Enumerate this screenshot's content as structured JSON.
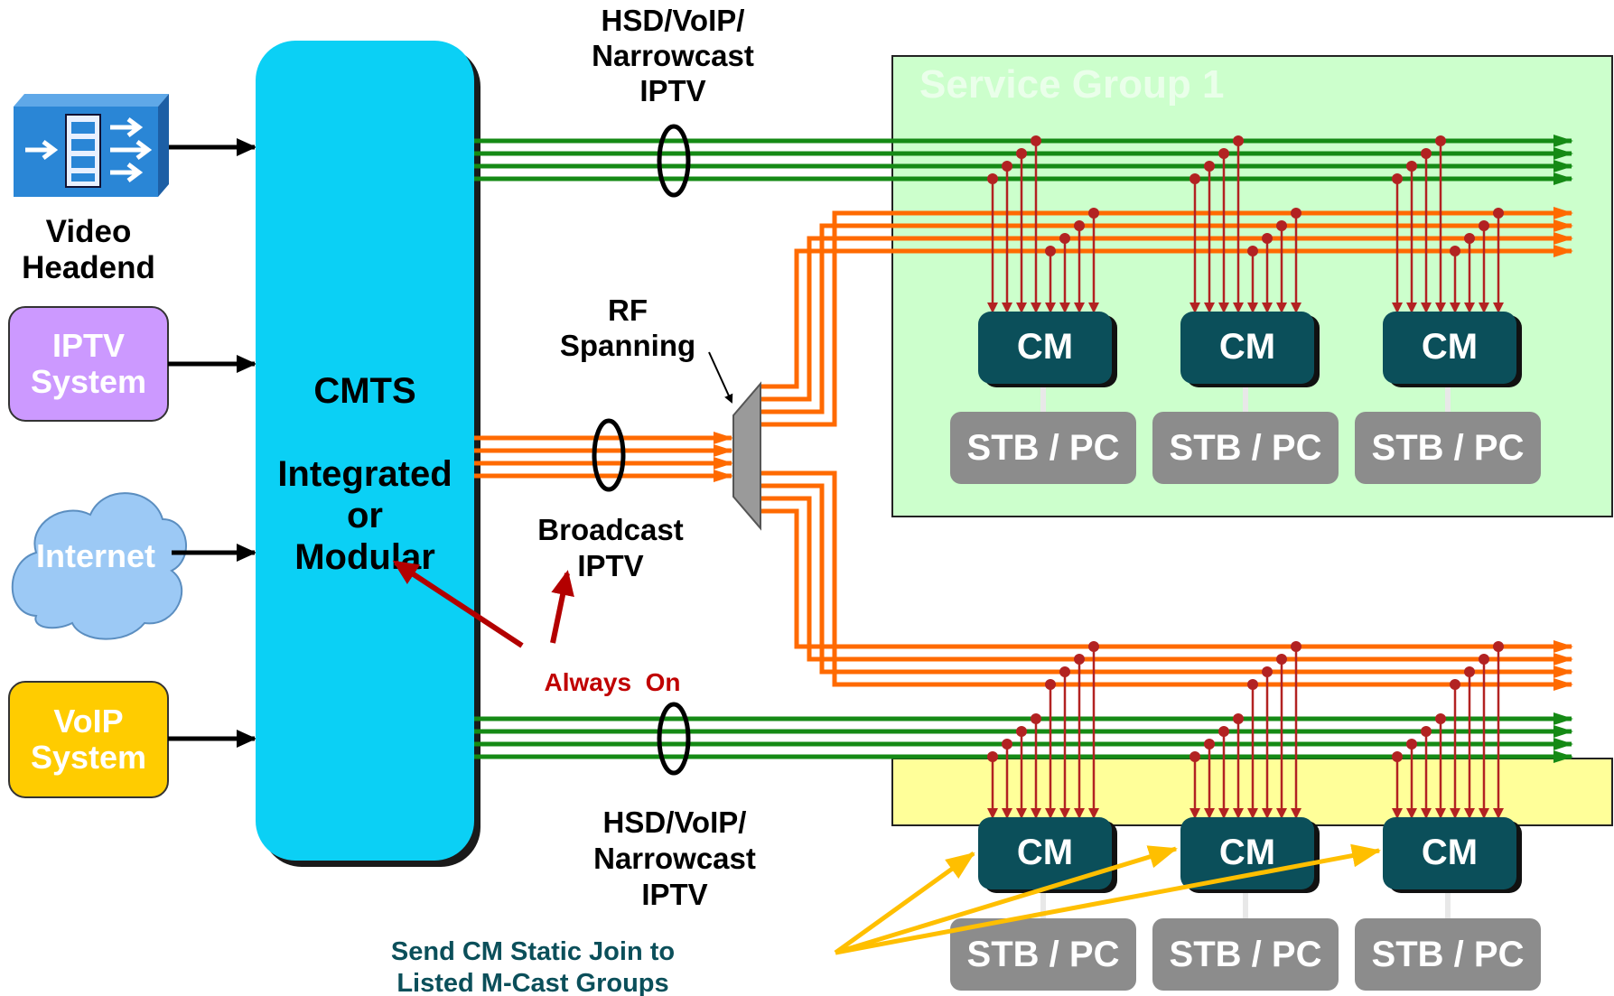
{
  "sources": {
    "video_headend": {
      "label_line1": "Video",
      "label_line2": "Headend"
    },
    "iptv_system": {
      "label_line1": "IPTV",
      "label_line2": "System",
      "color": "#cc99ff"
    },
    "internet": {
      "label": "Internet",
      "color": "#9cc9f5"
    },
    "voip_system": {
      "label_line1": "VoIP",
      "label_line2": "System",
      "color": "#ffcc00"
    }
  },
  "cmts": {
    "title": "CMTS",
    "line1": "Integrated",
    "line2": "or",
    "line3": "Modular",
    "color": "#0bd0f5"
  },
  "channels": {
    "top_narrowcast": {
      "line1": "HSD/VoIP/",
      "line2": "Narrowcast",
      "line3": "IPTV"
    },
    "broadcast": {
      "line1": "Broadcast",
      "line2": "IPTV"
    },
    "bottom_narrowcast": {
      "line1": "HSD/VoIP/",
      "line2": "Narrowcast",
      "line3": "IPTV"
    },
    "rf_spanning": {
      "line1": "RF",
      "line2": "Spanning"
    },
    "always_on": "Always  On",
    "narrowcast_color": "#158a15",
    "broadcast_color": "#ff6a00"
  },
  "service_groups": {
    "group1": {
      "label": "Service Group 1",
      "color": "#ccffcc"
    },
    "group2": {
      "color": "#ffff99"
    }
  },
  "devices": {
    "cm_label": "CM",
    "stb_label": "STB / PC",
    "cm_color": "#0b4f5a",
    "stb_color": "#8c8c8c"
  },
  "annotation": {
    "line1": "Send CM Static Join to",
    "line2": "Listed M-Cast Groups",
    "color": "#0b4f5a",
    "arrow_color": "#ffbf00"
  }
}
